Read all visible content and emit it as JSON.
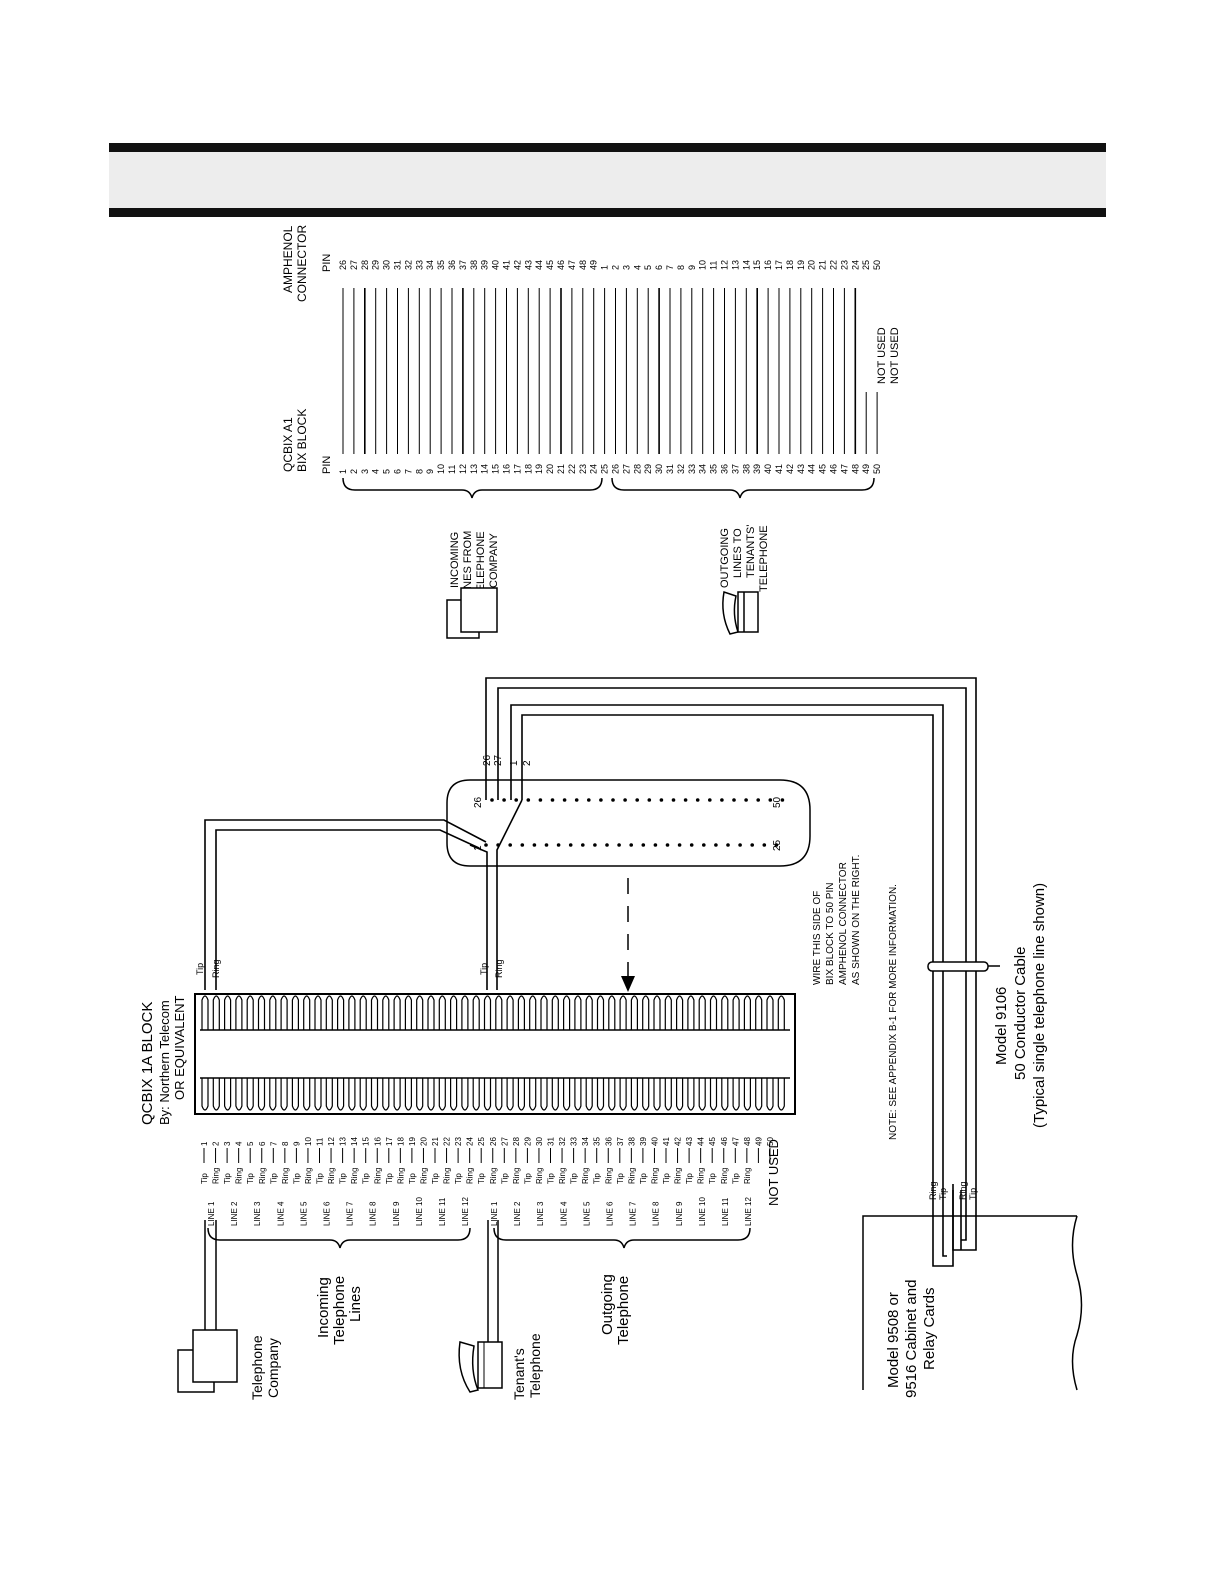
{
  "header": {
    "bar_fill": "#ededed",
    "border_color": "#111111"
  },
  "block": {
    "title": "QCBIX 1A BLOCK",
    "maker": "By: Northern Telecom",
    "equiv": "OR EQUIVALENT",
    "top_tip": "Tip",
    "top_ring": "Ring",
    "mid_tip": "Tip",
    "mid_ring": "Ring",
    "wire_note1": "WIRE THIS SIDE OF",
    "wire_note2": "BIX BLOCK TO 50 PIN",
    "wire_note3": "AMPHENOL CONNECTOR",
    "wire_note4": "AS SHOWN ON THE RIGHT.",
    "appendix_note": "NOTE: SEE APPENDIX B-1 FOR MORE INFORMATION.",
    "not_used": "NOT USED",
    "pins": [
      {
        "label": "Tip",
        "num": "1"
      },
      {
        "label": "Ring",
        "num": "2"
      },
      {
        "label": "Tip",
        "num": "3"
      },
      {
        "label": "Ring",
        "num": "4"
      },
      {
        "label": "Tip",
        "num": "5"
      },
      {
        "label": "Ring",
        "num": "6"
      },
      {
        "label": "Tip",
        "num": "7"
      },
      {
        "label": "Ring",
        "num": "8"
      },
      {
        "label": "Tip",
        "num": "9"
      },
      {
        "label": "Ring",
        "num": "10"
      },
      {
        "label": "Tip",
        "num": "11"
      },
      {
        "label": "Ring",
        "num": "12"
      },
      {
        "label": "Tip",
        "num": "13"
      },
      {
        "label": "Ring",
        "num": "14"
      },
      {
        "label": "Tip",
        "num": "15"
      },
      {
        "label": "Ring",
        "num": "16"
      },
      {
        "label": "Tip",
        "num": "17"
      },
      {
        "label": "Ring",
        "num": "18"
      },
      {
        "label": "Tip",
        "num": "19"
      },
      {
        "label": "Ring",
        "num": "20"
      },
      {
        "label": "Tip",
        "num": "21"
      },
      {
        "label": "Ring",
        "num": "22"
      },
      {
        "label": "Tip",
        "num": "23"
      },
      {
        "label": "Ring",
        "num": "24"
      },
      {
        "label": "Tip",
        "num": "25"
      },
      {
        "label": "Ring",
        "num": "26"
      },
      {
        "label": "Tip",
        "num": "27"
      },
      {
        "label": "Ring",
        "num": "28"
      },
      {
        "label": "Tip",
        "num": "29"
      },
      {
        "label": "Ring",
        "num": "30"
      },
      {
        "label": "Tip",
        "num": "31"
      },
      {
        "label": "Ring",
        "num": "32"
      },
      {
        "label": "Tip",
        "num": "33"
      },
      {
        "label": "Ring",
        "num": "34"
      },
      {
        "label": "Tip",
        "num": "35"
      },
      {
        "label": "Ring",
        "num": "36"
      },
      {
        "label": "Tip",
        "num": "37"
      },
      {
        "label": "Ring",
        "num": "38"
      },
      {
        "label": "Tip",
        "num": "39"
      },
      {
        "label": "Ring",
        "num": "40"
      },
      {
        "label": "Tip",
        "num": "41"
      },
      {
        "label": "Ring",
        "num": "42"
      },
      {
        "label": "Tip",
        "num": "43"
      },
      {
        "label": "Ring",
        "num": "44"
      },
      {
        "label": "Tip",
        "num": "45"
      },
      {
        "label": "Ring",
        "num": "46"
      },
      {
        "label": "Tip",
        "num": "47"
      },
      {
        "label": "Ring",
        "num": "48"
      },
      {
        "label": "",
        "num": "49"
      },
      {
        "label": "",
        "num": "50"
      }
    ],
    "lines": [
      "LINE 1",
      "LINE 2",
      "LINE 3",
      "LINE 4",
      "LINE 5",
      "LINE 6",
      "LINE 7",
      "LINE 8",
      "LINE 9",
      "LINE 10",
      "LINE 11",
      "LINE 12"
    ],
    "incoming_label": [
      "Incoming",
      "Telephone",
      "Lines"
    ],
    "outgoing_label": [
      "Outgoing",
      "Telephone"
    ]
  },
  "telephone_company": [
    "Telephone",
    "Company"
  ],
  "tenants_telephone": [
    "Tenant's",
    "Telephone"
  ],
  "connector": {
    "top_left": "1",
    "top_right": "26",
    "bottom_left": "25",
    "bottom_right": "50",
    "out_labels": [
      "26",
      "27",
      "1",
      "2"
    ]
  },
  "cable": {
    "model": "Model 9106",
    "desc": "50 Conductor Cable",
    "note": "(Typical single telephone line shown)"
  },
  "cabinet": {
    "line1": "Model 9508 or",
    "line2": "9516 Cabinet and",
    "line3": "Relay Cards",
    "wires": [
      "Ring",
      "Tip",
      "Ring",
      "Tip"
    ]
  },
  "pin_table": {
    "bix_title1": "QCBIX A1",
    "bix_title2": "BIX BLOCK",
    "amp_title1": "AMPHENOL",
    "amp_title2": "CONNECTOR",
    "pin_header": "PIN",
    "incoming": [
      "INCOMING",
      "LINES FROM",
      "TELEPHONE",
      "COMPANY"
    ],
    "outgoing": [
      "OUTGOING",
      "LINES TO",
      "TENANTS'",
      "TELEPHONE"
    ],
    "not_used": "NOT USED",
    "bix_pins": [
      "1",
      "2",
      "3",
      "4",
      "5",
      "6",
      "7",
      "8",
      "9",
      "10",
      "11",
      "12",
      "13",
      "14",
      "15",
      "16",
      "17",
      "18",
      "19",
      "20",
      "21",
      "22",
      "23",
      "24",
      "25",
      "26",
      "27",
      "28",
      "29",
      "30",
      "31",
      "32",
      "33",
      "34",
      "35",
      "36",
      "37",
      "38",
      "39",
      "40",
      "41",
      "42",
      "43",
      "44",
      "45",
      "46",
      "47",
      "48",
      "49",
      "50"
    ],
    "amp_pins": [
      "26",
      "27",
      "28",
      "29",
      "30",
      "31",
      "32",
      "33",
      "34",
      "35",
      "36",
      "37",
      "38",
      "39",
      "40",
      "41",
      "42",
      "43",
      "44",
      "45",
      "46",
      "47",
      "48",
      "49",
      "1",
      "2",
      "3",
      "4",
      "5",
      "6",
      "7",
      "8",
      "9",
      "10",
      "11",
      "12",
      "13",
      "14",
      "15",
      "16",
      "17",
      "18",
      "19",
      "20",
      "21",
      "22",
      "23",
      "24",
      "25",
      "50"
    ]
  }
}
